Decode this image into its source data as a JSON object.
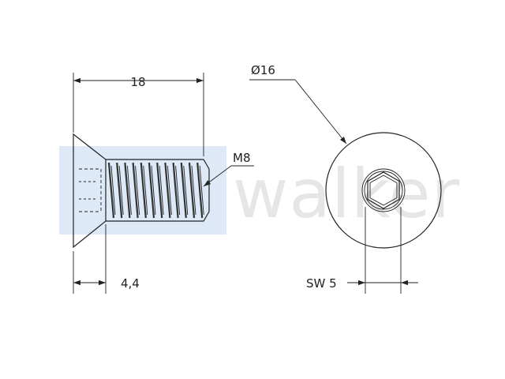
{
  "dimensions": {
    "length": "18",
    "thread": "M8",
    "head_height": "4,4",
    "head_diameter": "Ø16",
    "socket_size": "SW 5"
  },
  "watermark": {
    "text": "walker",
    "box_color": "#dde9f7",
    "text_color": "#e6e6e6"
  },
  "line_color": "#222222"
}
